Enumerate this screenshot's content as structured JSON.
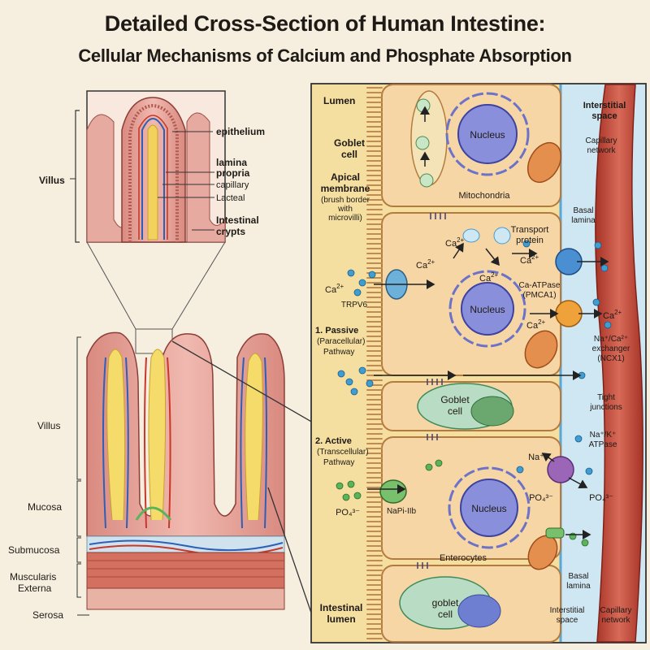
{
  "title": "Detailed Cross-Section of Human Intestine:",
  "subtitle": "Cellular Mechanisms of Calcium and Phosphate Absorption",
  "inset": {
    "villus": "Villus",
    "epithelium": "epithelium",
    "lamina_propria_1": "lamina",
    "lamina_propria_2": "propria",
    "capillary": "capillary",
    "lacteal": "Lacteal",
    "crypts_1": "Intestinal",
    "crypts_2": "crypts"
  },
  "wall": {
    "villus": "Villus",
    "mucosa": "Mucosa",
    "submucosa": "Submucosa",
    "muscularis_1": "Muscularis",
    "muscularis_2": "Externa",
    "serosa": "Serosa"
  },
  "cell": {
    "lumen": "Lumen",
    "goblet_1": "Goblet",
    "goblet_2": "cell",
    "apical_1": "Apical",
    "apical_2": "membrane",
    "apical_3": "(brush border",
    "apical_4": "with",
    "apical_5": "microvilli)",
    "nucleus": "Nucleus",
    "mitochondria": "Mitochondria",
    "interstitial_1": "Interstitial",
    "interstitial_2": "space",
    "capillary_network_1": "Capillary",
    "capillary_network_2": "network",
    "basal_lamina_1": "Basal",
    "basal_lamina_2": "lamina",
    "transport_1": "Transport",
    "transport_2": "protein",
    "ca": "Ca",
    "ca_sup": "2+",
    "trpv6": "TRPV6",
    "ca_atpase_1": "Ca-ATPase",
    "ca_atpase_2": "(PMCA1)",
    "ncx_1": "Na⁺/Ca²⁺",
    "ncx_2": "exchanger",
    "ncx_3": "(NCX1)",
    "passive_1": "1. Passive",
    "passive_2": "(Paracellular)",
    "passive_3": "Pathway",
    "tight_1": "Tight",
    "tight_2": "junctions",
    "goblet_cell_1": "Goblet",
    "goblet_cell_2": "cell",
    "active_1": "2. Active",
    "active_2": "(Transcellular)",
    "active_3": "Pathway",
    "nak_1": "Na⁺/K⁺",
    "nak_2": "ATPase",
    "na": "Na⁺",
    "po4": "PO₄³⁻",
    "napi": "NaPi-IIb",
    "enterocytes": "Enterocytes",
    "intestinal_lumen_1": "Intestinal",
    "intestinal_lumen_2": "lumen",
    "interstitial_space_1": "Interstitial",
    "interstitial_space_2": "space",
    "capillary_network_b1": "Capillary",
    "capillary_network_b2": "network",
    "goblet_low_1": "goblet",
    "goblet_low_2": "cell"
  },
  "colors": {
    "lumen": "#f5dfa0",
    "cytoplasm": "#f7d6a6",
    "nucleus": "#8a8fdc",
    "interstitial": "#cfe6f3",
    "capillary": "#c44a3c",
    "calcium": "#3f9dd0",
    "phosphate": "#5bb35a",
    "mitochondria": "#d97a3a",
    "goblet": "#b9dcc4",
    "villus": "#e8a9a0"
  }
}
